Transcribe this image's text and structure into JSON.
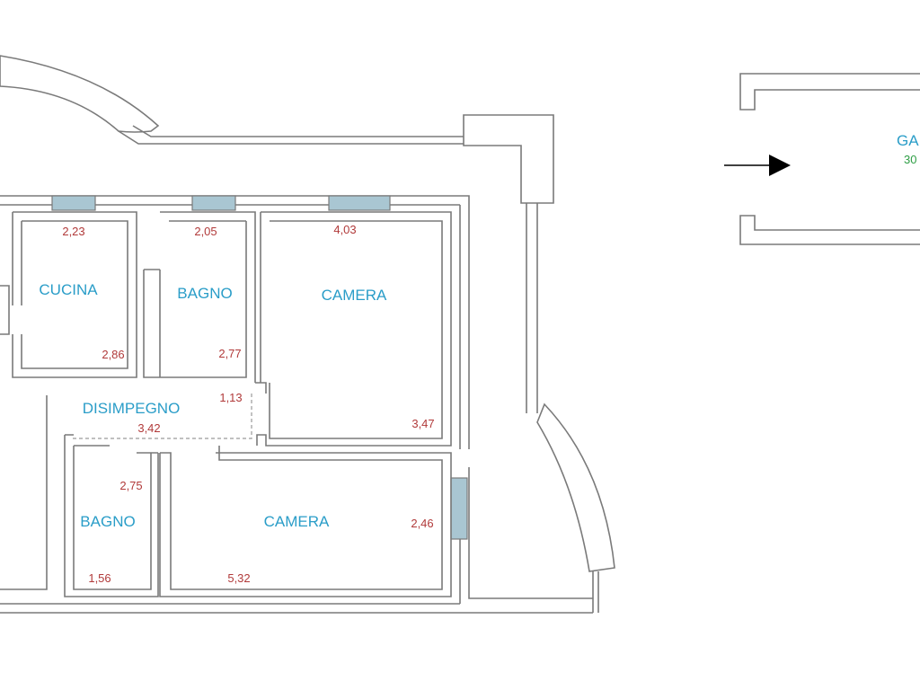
{
  "rooms": {
    "cucina": "CUCINA",
    "bagno_top": "BAGNO",
    "camera_top": "CAMERA",
    "disimpegno": "DISIMPEGNO",
    "bagno_bottom": "BAGNO",
    "camera_bottom": "CAMERA",
    "garage": "GA"
  },
  "dimensions": {
    "cucina_width": "2,23",
    "cucina_depth": "2,86",
    "bagno_top_width": "2,05",
    "bagno_top_depth": "2,77",
    "camera_top_width": "4,03",
    "camera_top_depth": "3,47",
    "disimpegno_width": "3,42",
    "disimpegno_depth": "1,13",
    "bagno_bottom_depth": "2,75",
    "bagno_bottom_width": "1,56",
    "camera_bottom_depth": "2,46",
    "camera_bottom_width": "5,32"
  },
  "garage_area": "30",
  "colors": {
    "room_label": "#2a9dc8",
    "dimension": "#b13a3a",
    "area": "#2e9e45",
    "window": "#a9c6d2",
    "wall": "#7a7a7a"
  },
  "icons": {
    "entrance": "arrow-right-icon"
  }
}
